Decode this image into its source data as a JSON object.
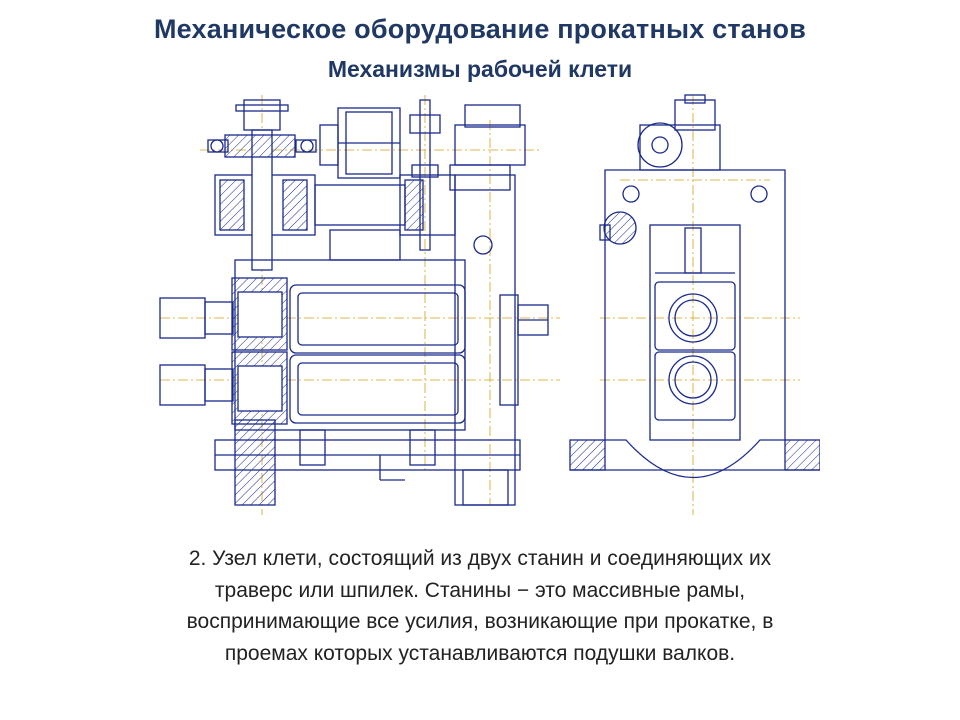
{
  "slide": {
    "title": "Механическое оборудование прокатных станов",
    "subtitle": "Механизмы рабочей клети",
    "body_lines": [
      "2. Узел клети, состоящий из двух станин и соединяющих их",
      "траверс или шпилек. Станины − это массивные рамы,",
      "воспринимающие все усилия, возникающие при прокатке, в",
      "проемах которых устанавливаются подушки валков."
    ]
  },
  "figure": {
    "line_color": "#1a2a8c",
    "centerline_color": "#d4a017",
    "hatch_color": "#1a2a8c"
  }
}
